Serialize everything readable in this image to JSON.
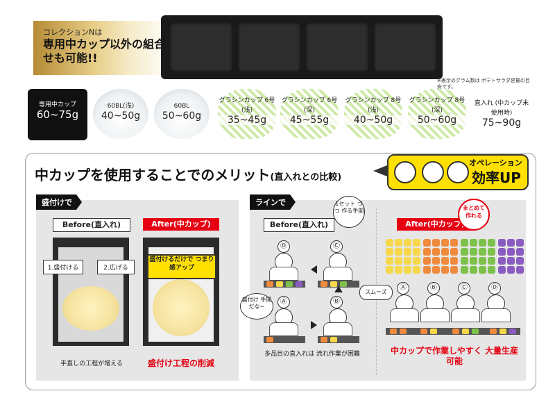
{
  "banner": {
    "small": "コレクションNは",
    "big": "専用中カップ以外の組合せも可能!!"
  },
  "note": "※表示のグラム数は ポテトサラダ容量の目安です。",
  "cups": [
    {
      "name": "専用中カップ",
      "grams": "60~75g"
    },
    {
      "name": "60BL(浅)",
      "grams": "40~50g"
    },
    {
      "name": "60BL",
      "grams": "50~60g"
    },
    {
      "name": "グラシンカップ 6号(浅)",
      "grams": "35~45g"
    },
    {
      "name": "グラシンカップ 6号(深)",
      "grams": "45~55g"
    },
    {
      "name": "グラシンカップ 8号(浅)",
      "grams": "40~50g"
    },
    {
      "name": "グラシンカップ 8号(深)",
      "grams": "50~60g"
    },
    {
      "name": "直入れ (中カップ未使用時)",
      "grams": "75~90g"
    }
  ],
  "merit": {
    "title": "中カップを使用することでのメリット",
    "title_sub": "(直入れとの比較)",
    "op_small": "オペレーション",
    "op_big": "効率UP"
  },
  "left": {
    "tag": "盛付けで",
    "before": "Before(直入れ)",
    "after": "After(中カップ)",
    "bubble1": "1.盛付ける",
    "bubble2": "2.広げる",
    "yellow": "盛付けるだけで つまり感アップ",
    "caption": "手直しの工程が増える",
    "red_caption": "盛付け工程の削減"
  },
  "right": {
    "tag": "ラインで",
    "before": "Before(直入れ)",
    "after": "After(中カップ)",
    "badge_set": "1セット づつ 作る手間",
    "badge_red": "まとめて 作れる",
    "speech_a": "盛付け 手間だな~",
    "speech_smooth": "スムーズ",
    "letters": [
      "Ⓐ",
      "Ⓑ",
      "Ⓒ",
      "Ⓓ"
    ],
    "caption": "多品目の直入れは 流れ作業が困難",
    "red_caption": "中カップで作業しやすく 大量生産可能"
  },
  "colors": {
    "accent_red": "#e60012",
    "accent_yellow": "#ffe000",
    "gold": "#c9a24b",
    "cup_orange": "#f08a3c",
    "cup_yellow": "#f7d84a",
    "cup_green": "#7cc24a",
    "cup_purple": "#8a5cc2"
  }
}
